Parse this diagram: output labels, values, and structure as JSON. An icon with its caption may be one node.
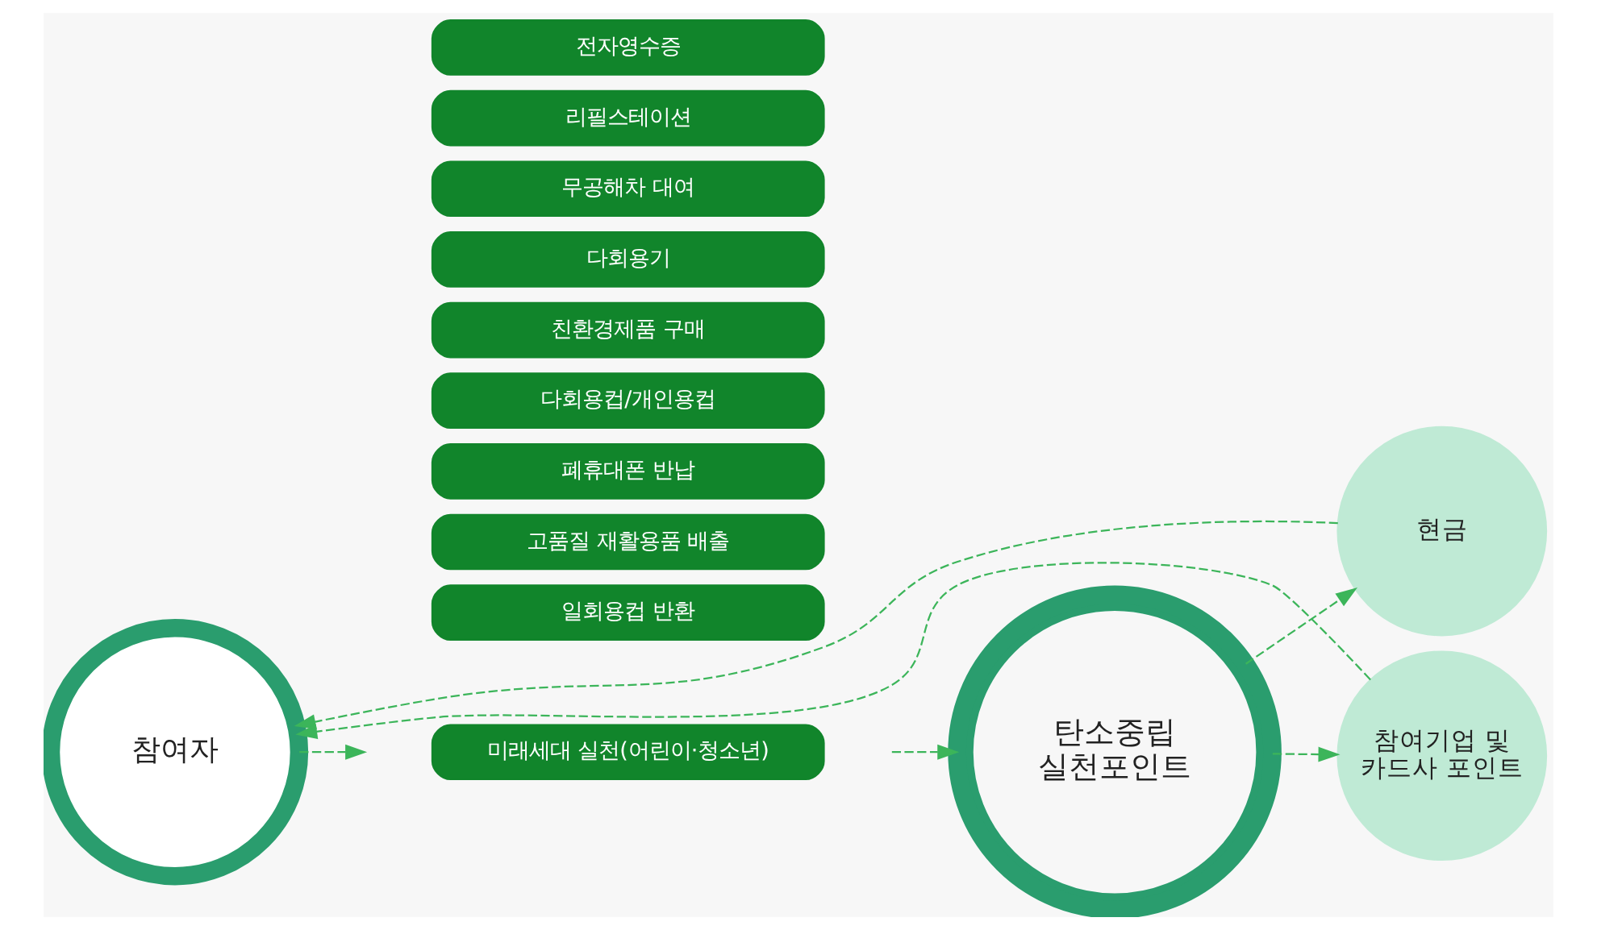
{
  "diagram": {
    "nodes": [
      {
        "text": [
          "참여자"
        ]
      },
      {
        "text": [
          "전자영수증"
        ]
      },
      {
        "text": [
          "리필스테이션"
        ]
      },
      {
        "text": [
          "무공해차 대여"
        ]
      },
      {
        "text": [
          "다회용기"
        ]
      },
      {
        "text": [
          "친환경제품 구매"
        ]
      },
      {
        "text": [
          "미래세대 실천(어린이·청소년)"
        ]
      },
      {
        "text": [
          "다회용컵/개인용컵"
        ]
      },
      {
        "text": [
          "폐휴대폰 반납"
        ]
      },
      {
        "text": [
          "고품질 재활용품 배출"
        ]
      },
      {
        "text": [
          "일회용컵 반환"
        ]
      },
      {
        "text": [
          "탄소중립 실천포인트"
        ]
      },
      {
        "text": [
          "참여기업 및 카드사 포인트"
        ]
      },
      {
        "text": [
          "현금"
        ]
      }
    ],
    "edges": [
      {
        "from": 0,
        "to": null,
        "arrow": "to",
        "style": "dashed"
      },
      {
        "from": null,
        "to": 11,
        "arrow": "to",
        "style": "dashed"
      },
      {
        "from": 11,
        "to": 12,
        "arrow": "to",
        "style": "dashed"
      },
      {
        "from": 11,
        "to": 13,
        "arrow": "to",
        "style": "dashed"
      },
      {
        "from": 12,
        "to": 0,
        "arrow": "to",
        "style": "dashed"
      },
      {
        "from": 13,
        "to": 0,
        "arrow": "to",
        "style": "dashed"
      }
    ]
  }
}
